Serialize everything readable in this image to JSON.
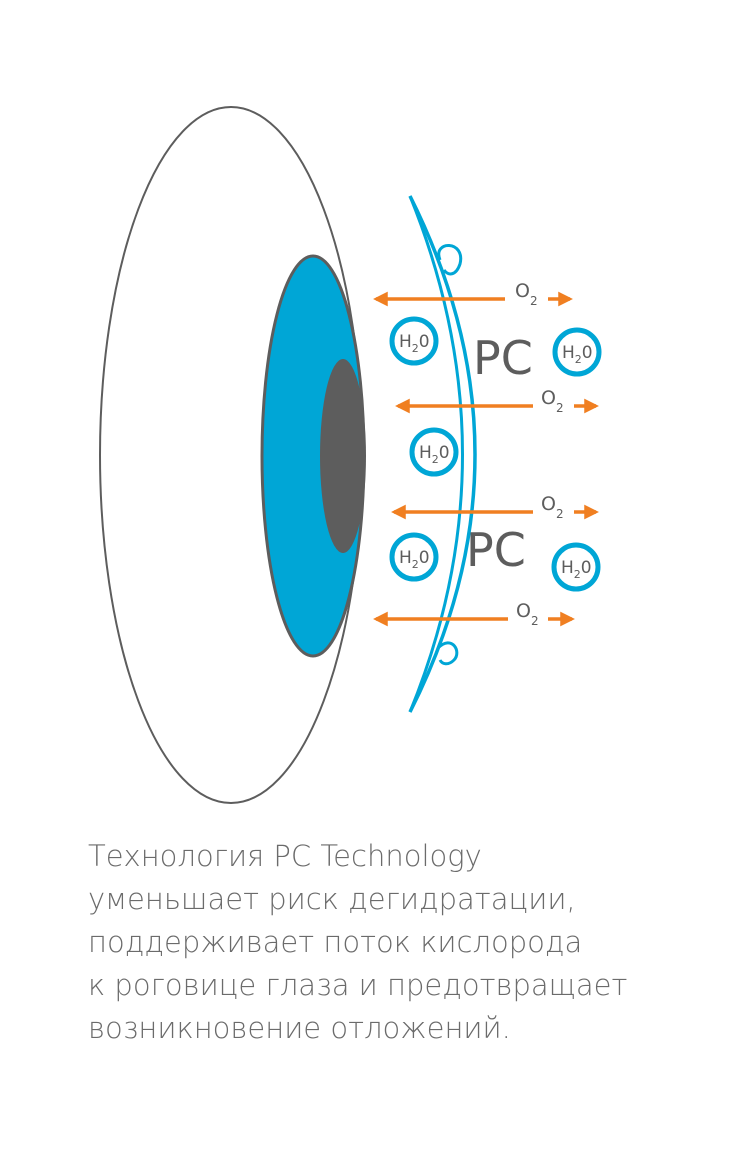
{
  "diagram": {
    "lens_labels": [
      "PC",
      "PC"
    ],
    "water_molecule": {
      "base": "H",
      "subscript": "2",
      "tail": "0"
    },
    "oxygen_molecule": {
      "base": "O",
      "subscript": "2"
    },
    "colors": {
      "cornea_outline": "#5d5d5d",
      "iris": "#00a6d6",
      "pupil": "#5d5d5d",
      "lens": "#00a6d6",
      "arrow": "#f07f21",
      "text": "#5d5d5d"
    }
  },
  "caption": {
    "lines": [
      "Технология PC Technology",
      "уменьшает риск дегидратации,",
      "поддерживает поток кислорода",
      "к роговице глаза и предотвращает",
      "возникновение отложений."
    ]
  }
}
